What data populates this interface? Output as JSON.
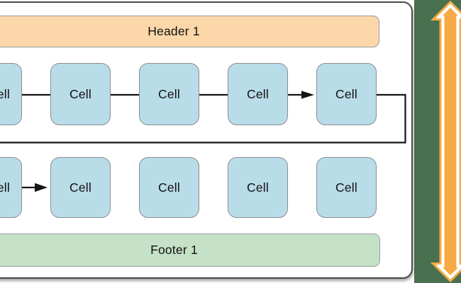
{
  "diagram": {
    "header": {
      "label": "Header 1"
    },
    "rows": [
      [
        "Cell",
        "Cell",
        "Cell",
        "Cell",
        "Cell"
      ],
      [
        "Cell",
        "Cell",
        "Cell",
        "Cell",
        "Cell"
      ]
    ],
    "footer": {
      "label": "Footer 1"
    }
  },
  "icons": {
    "scroll_arrow": "vertical-double-headed-arrow",
    "flow_arrowheads": "right-pointing-triangle"
  },
  "colors": {
    "header_fill": "#FBD7A9",
    "footer_fill": "#C5E1C6",
    "cell_fill": "#B9DCE9",
    "cell_border": "#8C8C90",
    "supplementary_border": "#999C9E",
    "section_border": "#4A4A4C",
    "connector": "#141414",
    "canvas_green": "#49704F",
    "arrow_orange": "#F6AA44"
  }
}
